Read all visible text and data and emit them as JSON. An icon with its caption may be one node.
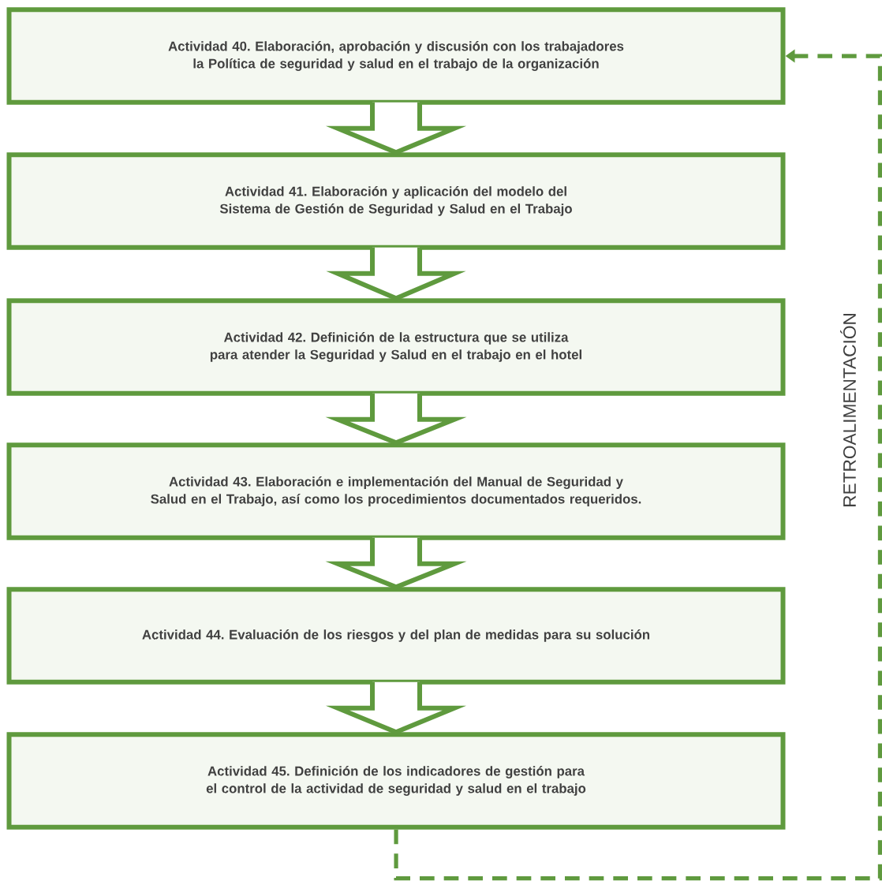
{
  "diagram": {
    "nodes": [
      {
        "text": [
          "Actividad 40. Elaboración, aprobación y discusión con los trabajadores la Política de seguridad y salud en el trabajo de la organización"
        ]
      },
      {
        "text": [
          "Actividad 41. Elaboración y aplicación del modelo del Sistema de Gestión de Seguridad y Salud en el Trabajo"
        ]
      },
      {
        "text": [
          "Actividad 42. Definición de la estructura que se utiliza para atender la Seguridad y Salud en el trabajo en el hotel"
        ]
      },
      {
        "text": [
          "Actividad 43. Elaboración e implementación del Manual de Seguridad y Salud en el Trabajo, así como los procedimientos documentados requeridos."
        ]
      },
      {
        "text": [
          "Actividad 44. Evaluación de los riesgos y del plan de medidas para su solución"
        ]
      },
      {
        "text": [
          "Actividad 45. Definición de los indicadores de gestión para el control de la actividad de seguridad y salud en el trabajo"
        ]
      }
    ],
    "edges": [
      {
        "from": 0,
        "to": 1,
        "arrow": "to"
      },
      {
        "from": 1,
        "to": 2,
        "arrow": "to"
      },
      {
        "from": 2,
        "to": 3,
        "arrow": "to"
      },
      {
        "from": 3,
        "to": 4,
        "arrow": "to"
      },
      {
        "from": 4,
        "to": 5,
        "arrow": "to"
      },
      {
        "from": 5,
        "to": 0,
        "arrow": "to",
        "style": "dashed"
      }
    ],
    "labels": [
      "RETROALIMENTACIÓN"
    ]
  }
}
